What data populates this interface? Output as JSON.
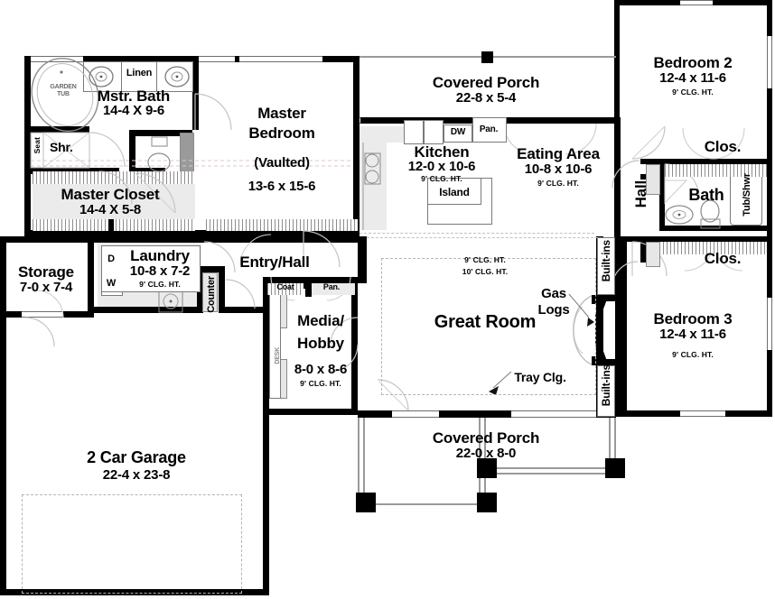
{
  "plan": {
    "rooms": [
      {
        "id": "mstr-bath",
        "name": "Mstr. Bath",
        "dim": "14-4 X 9-6",
        "clg": ""
      },
      {
        "id": "master-closet",
        "name": "Master Closet",
        "dim": "14-4 X 5-8",
        "clg": ""
      },
      {
        "id": "master-bedroom",
        "name": "Master\nBedroom",
        "dim": "13-6 x 15-6",
        "clg": "(Vaulted)"
      },
      {
        "id": "covered-porch-front",
        "name": "Covered Porch",
        "dim": "22-8 x 5-4",
        "clg": ""
      },
      {
        "id": "kitchen",
        "name": "Kitchen",
        "dim": "12-0 x 10-6",
        "clg": "9' CLG. HT."
      },
      {
        "id": "eating-area",
        "name": "Eating Area",
        "dim": "10-8 x 10-6",
        "clg": "9' CLG. HT."
      },
      {
        "id": "bedroom-2",
        "name": "Bedroom 2",
        "dim": "12-4 x 11-6",
        "clg": "9' CLG. HT."
      },
      {
        "id": "bedroom-3",
        "name": "Bedroom 3",
        "dim": "12-4 x 11-6",
        "clg": "9' CLG. HT."
      },
      {
        "id": "bath",
        "name": "Bath",
        "dim": "",
        "clg": ""
      },
      {
        "id": "storage",
        "name": "Storage",
        "dim": "7-0 x 7-4",
        "clg": ""
      },
      {
        "id": "laundry",
        "name": "Laundry",
        "dim": "10-8 x 7-2",
        "clg": "9' CLG. HT."
      },
      {
        "id": "entry-hall",
        "name": "Entry/Hall",
        "dim": "",
        "clg": ""
      },
      {
        "id": "media-hobby",
        "name": "Media/\nHobby",
        "dim": "8-0 x 8-6",
        "clg": "9' CLG. HT."
      },
      {
        "id": "great-room",
        "name": "Great Room",
        "dim": "",
        "clg": "9' CLG. HT."
      },
      {
        "id": "garage",
        "name": "2 Car Garage",
        "dim": "22-4 x 23-8",
        "clg": ""
      },
      {
        "id": "covered-porch-rear",
        "name": "Covered Porch",
        "dim": "22-0 x 8-0",
        "clg": ""
      }
    ],
    "labels": {
      "mstr_bath_name": "Mstr. Bath",
      "mstr_bath_dim": "14-4 X 9-6",
      "garden_tub_l1": "GARDEN",
      "garden_tub_l2": "TUB",
      "linen": "Linen",
      "seat": "Seat",
      "shower": "Shr.",
      "master_closet_name": "Master Closet",
      "master_closet_dim": "14-4 X 5-8",
      "master_bed_l1": "Master",
      "master_bed_l2": "Bedroom",
      "master_bed_vaulted": "(Vaulted)",
      "master_bed_dim": "13-6 x 15-6",
      "porch_front_name": "Covered Porch",
      "porch_front_dim": "22-8 x 5-4",
      "kitchen_name": "Kitchen",
      "kitchen_dim": "12-0 x 10-6",
      "kitchen_clg": "9' CLG. HT.",
      "dishwasher": "DW",
      "pantry_kitchen": "Pan.",
      "island": "Island",
      "eating_name": "Eating Area",
      "eating_dim": "10-8 x 10-6",
      "eating_clg": "9' CLG. HT.",
      "bed2_name": "Bedroom 2",
      "bed2_dim": "12-4 x 11-6",
      "bed2_clg": "9' CLG. HT.",
      "closet_2": "Clos.",
      "closet_3": "Clos.",
      "hall": "Hall",
      "bath_name": "Bath",
      "tub_shwr": "Tub/Shwr",
      "bed3_name": "Bedroom 3",
      "bed3_dim": "12-4 x 11-6",
      "bed3_clg": "9' CLG. HT.",
      "storage_name": "Storage",
      "storage_dim": "7-0 x 7-4",
      "laundry_name": "Laundry",
      "laundry_dim": "10-8 x 7-2",
      "laundry_clg": "9' CLG. HT.",
      "dryer": "D",
      "washer": "W",
      "counter": "Counter",
      "entry_hall": "Entry/Hall",
      "coat": "Coat",
      "pantry_entry": "Pan.",
      "media_l1": "Media/",
      "media_l2": "Hobby",
      "media_dim": "8-0 x 8-6",
      "media_clg": "9' CLG. HT.",
      "desk": "DESK",
      "great_room_name": "Great Room",
      "great_clg_9": "9' CLG. HT.",
      "great_clg_10": "10' CLG. HT.",
      "gas_l1": "Gas",
      "gas_l2": "Logs",
      "tray_clg": "Tray Clg.",
      "built_ins_top": "Built-ins",
      "built_ins_bottom": "Built-ins",
      "garage_name": "2 Car Garage",
      "garage_dim": "22-4 x 23-8",
      "porch_rear_name": "Covered Porch",
      "porch_rear_dim": "22-0 x 8-0"
    },
    "colors": {
      "wall": "#000000",
      "background": "#ffffff",
      "fixture_line": "#7a7a7a",
      "light_fill": "#ebebeb",
      "dashed": "#b4b4b4"
    }
  }
}
